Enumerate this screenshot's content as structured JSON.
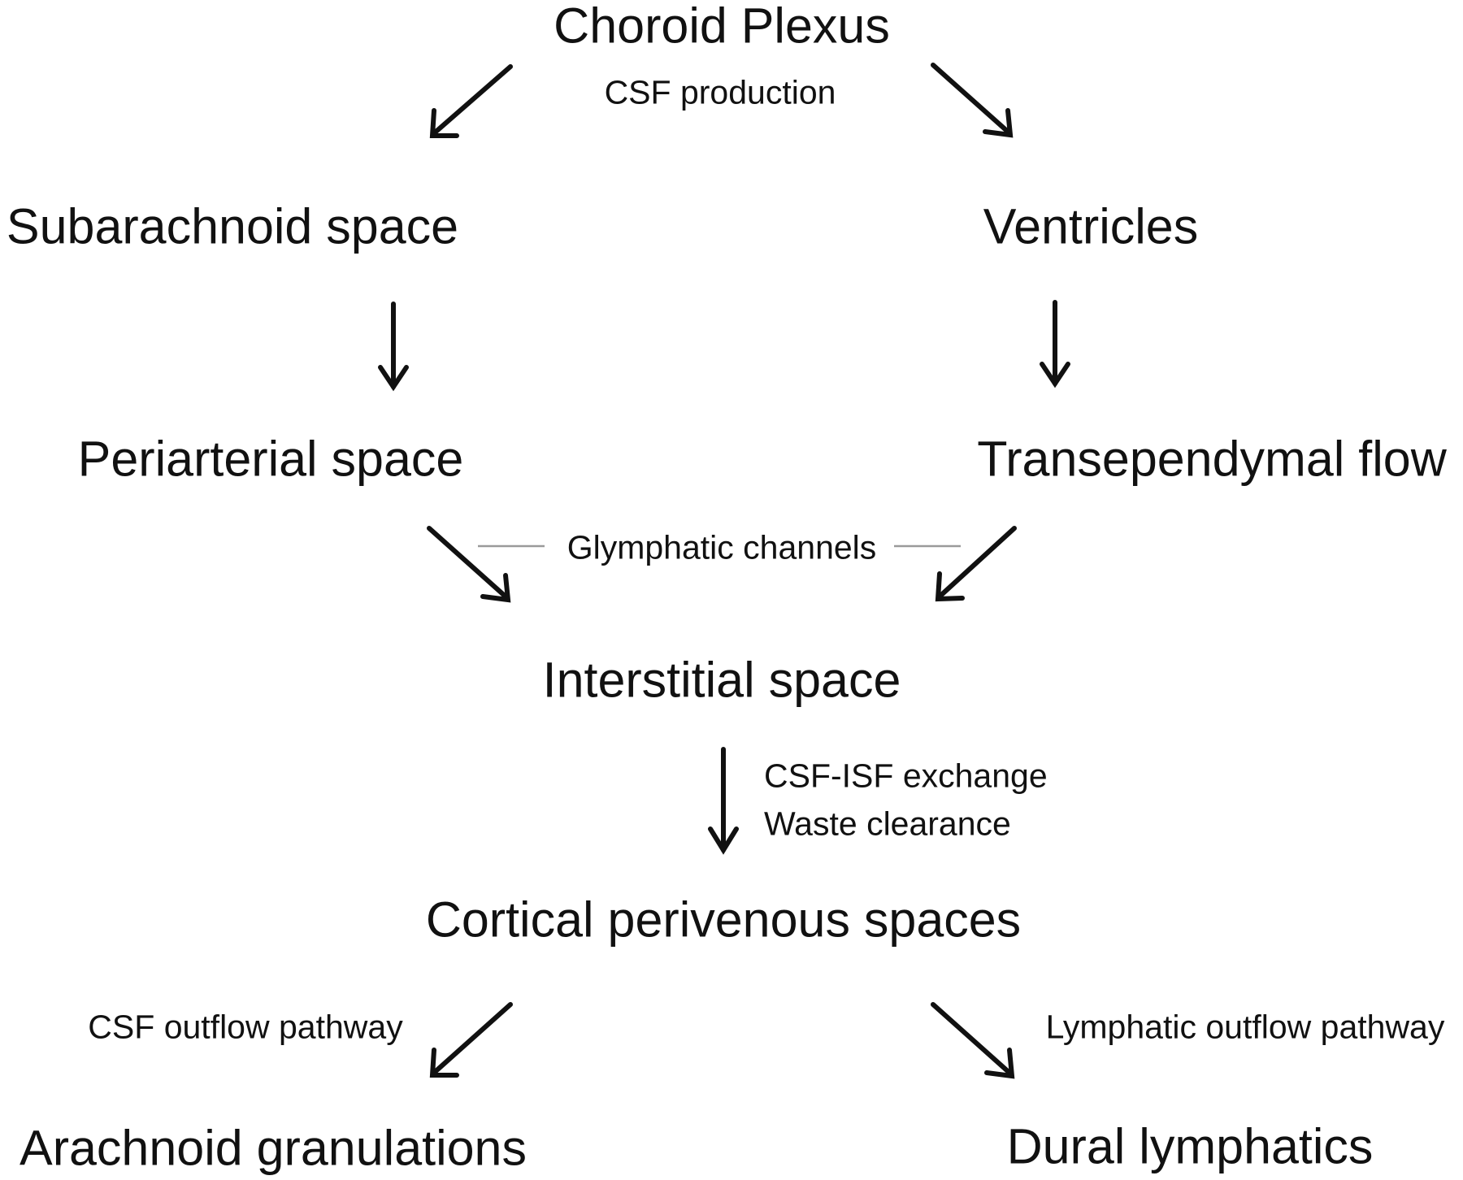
{
  "nodes": {
    "choroid_plexus": "Choroid Plexus",
    "subarachnoid_space": "Subarachnoid space",
    "ventricles": "Ventricles",
    "periarterial_space": "Periarterial space",
    "transependymal_flow": "Transependymal flow",
    "interstitial_space": "Interstitial space",
    "cortical_perivenous_spaces": "Cortical perivenous spaces",
    "arachnoid_granulations": "Arachnoid granulations",
    "dural_lymphatics": "Dural lymphatics"
  },
  "labels": {
    "csf_production": "CSF production",
    "glymphatic_channels": "Glymphatic channels",
    "csf_isf_exchange": "CSF-ISF exchange",
    "waste_clearance": "Waste clearance",
    "csf_outflow_pathway": "CSF outflow pathway",
    "lymphatic_outflow_pathway": "Lymphatic outflow pathway"
  },
  "colors": {
    "arrow": "#111111",
    "connector_line": "#9a9a9a",
    "text": "#111111"
  }
}
